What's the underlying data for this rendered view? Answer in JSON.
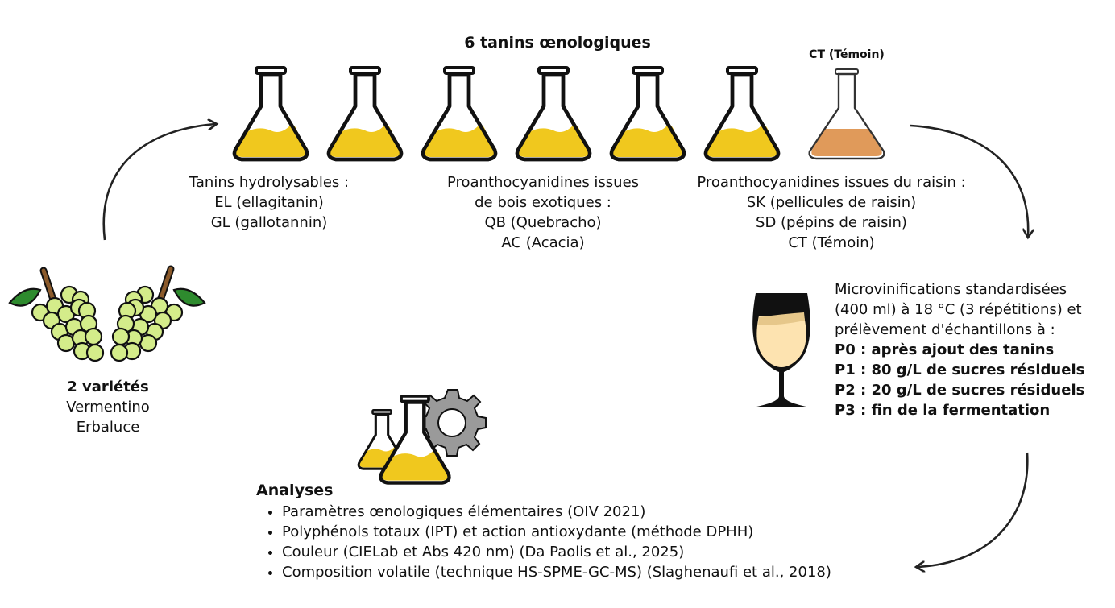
{
  "header": {
    "title": "6 tanins œnologiques"
  },
  "control_label": "CT (Témoin)",
  "groups": {
    "hydro": {
      "title": "Tanins hydrolysables :",
      "lines": [
        "EL (ellagitanin)",
        "GL (gallotannin)"
      ]
    },
    "exotic": {
      "title_1": "Proanthocyanidines issues",
      "title_2": "de bois exotiques :",
      "lines": [
        "QB (Quebracho)",
        "AC (Acacia)"
      ]
    },
    "grape": {
      "title": "Proanthocyanidines issues du raisin :",
      "lines": [
        "SK (pellicules de raisin)",
        "SD (pépins de raisin)",
        "CT (Témoin)"
      ]
    }
  },
  "varieties": {
    "title": "2 variétés",
    "names": [
      "Vermentino",
      "Erbaluce"
    ]
  },
  "micro": {
    "lines": [
      "Microvinifications standardisées",
      "(400 ml) à 18 °C (3 répétitions) et",
      "prélèvement d'échantillons à :"
    ],
    "points": [
      "P0 : après ajout des tanins",
      "P1 : 80 g/L de sucres résiduels",
      "P2 : 20 g/L de sucres résiduels",
      "P3 : fin de la fermentation"
    ]
  },
  "analyses": {
    "title": "Analyses",
    "items": [
      "Paramètres œnologiques élémentaires (OIV 2021)",
      "Polyphénols totaux (IPT) et action antioxydante (méthode DPHH)",
      "Couleur (CIELab et Abs 420 nm) (Da Paolis et al., 2025)",
      "Composition volatile (technique HS-SPME-GC-MS) (Slaghenaufi et al., 2018)"
    ]
  },
  "colors": {
    "tannin": "#f0c81e",
    "control": "#e09a5a",
    "grape": "#d4ec8a",
    "wine": "#fde3b0",
    "leaf": "#2e8b2e"
  }
}
